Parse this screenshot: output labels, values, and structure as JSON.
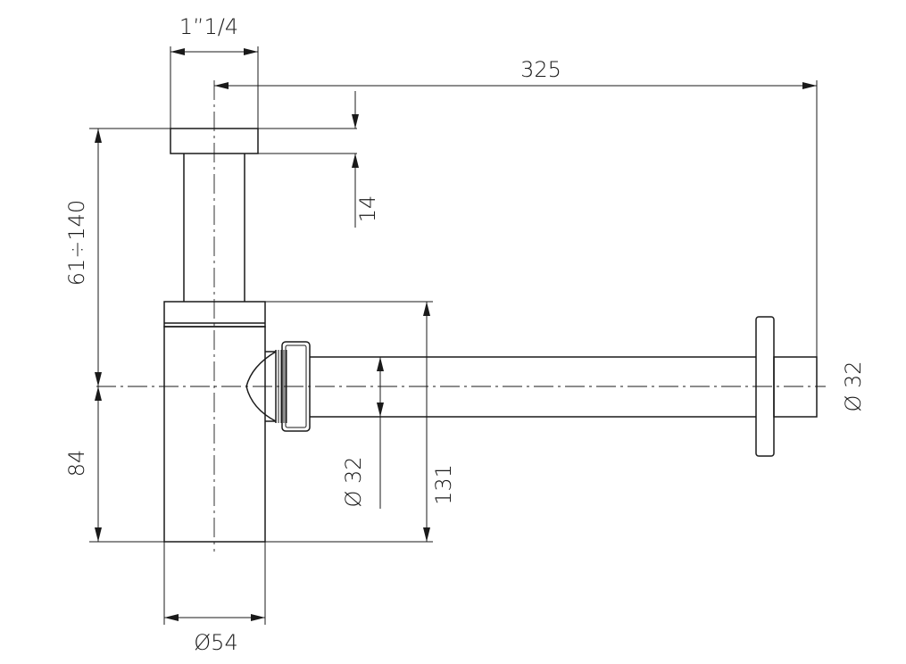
{
  "dimensions": {
    "thread_size": "1”1/4",
    "total_length": "325",
    "adjust_height": "61÷140",
    "flange_thickness": "14",
    "outlet_diameter_right": "Ø 32",
    "outlet_diameter_mid": "Ø 32",
    "body_height": "131",
    "axis_height": "84",
    "body_diameter": "Ø54"
  }
}
